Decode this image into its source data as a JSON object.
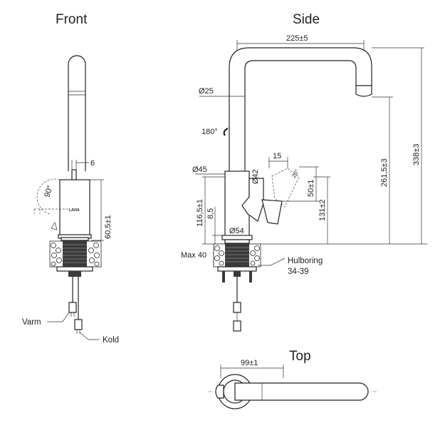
{
  "views": {
    "front": "Front",
    "side": "Side",
    "top": "Top"
  },
  "dimensions": {
    "reach": "225±5",
    "spout_diameter": "Ø25",
    "swivel": "180°",
    "lever_offset": "15",
    "body_diameter_upper": "Ø45",
    "body_diameter_lower": "Ø42",
    "lever_tilt": "20°",
    "lever_height": "50±1",
    "spout_height": "261,5±3",
    "total_height": "338±3",
    "base_height": "116,5±1",
    "base_offset": "8,5",
    "lever_base": "131±2",
    "base_diameter": "Ø54",
    "max_deck": "Max 40",
    "front_lever_width": "6",
    "front_angle": "90°",
    "front_height": "60,5±1",
    "top_width": "99±1"
  },
  "labels": {
    "hole_drilling": "Hulboring",
    "hole_range": "34-39",
    "hot": "Varm",
    "cold": "Kold",
    "brand": "LAVIA"
  },
  "colors": {
    "line": "#222222",
    "thread": "#3a3a3a",
    "background": "#ffffff"
  }
}
